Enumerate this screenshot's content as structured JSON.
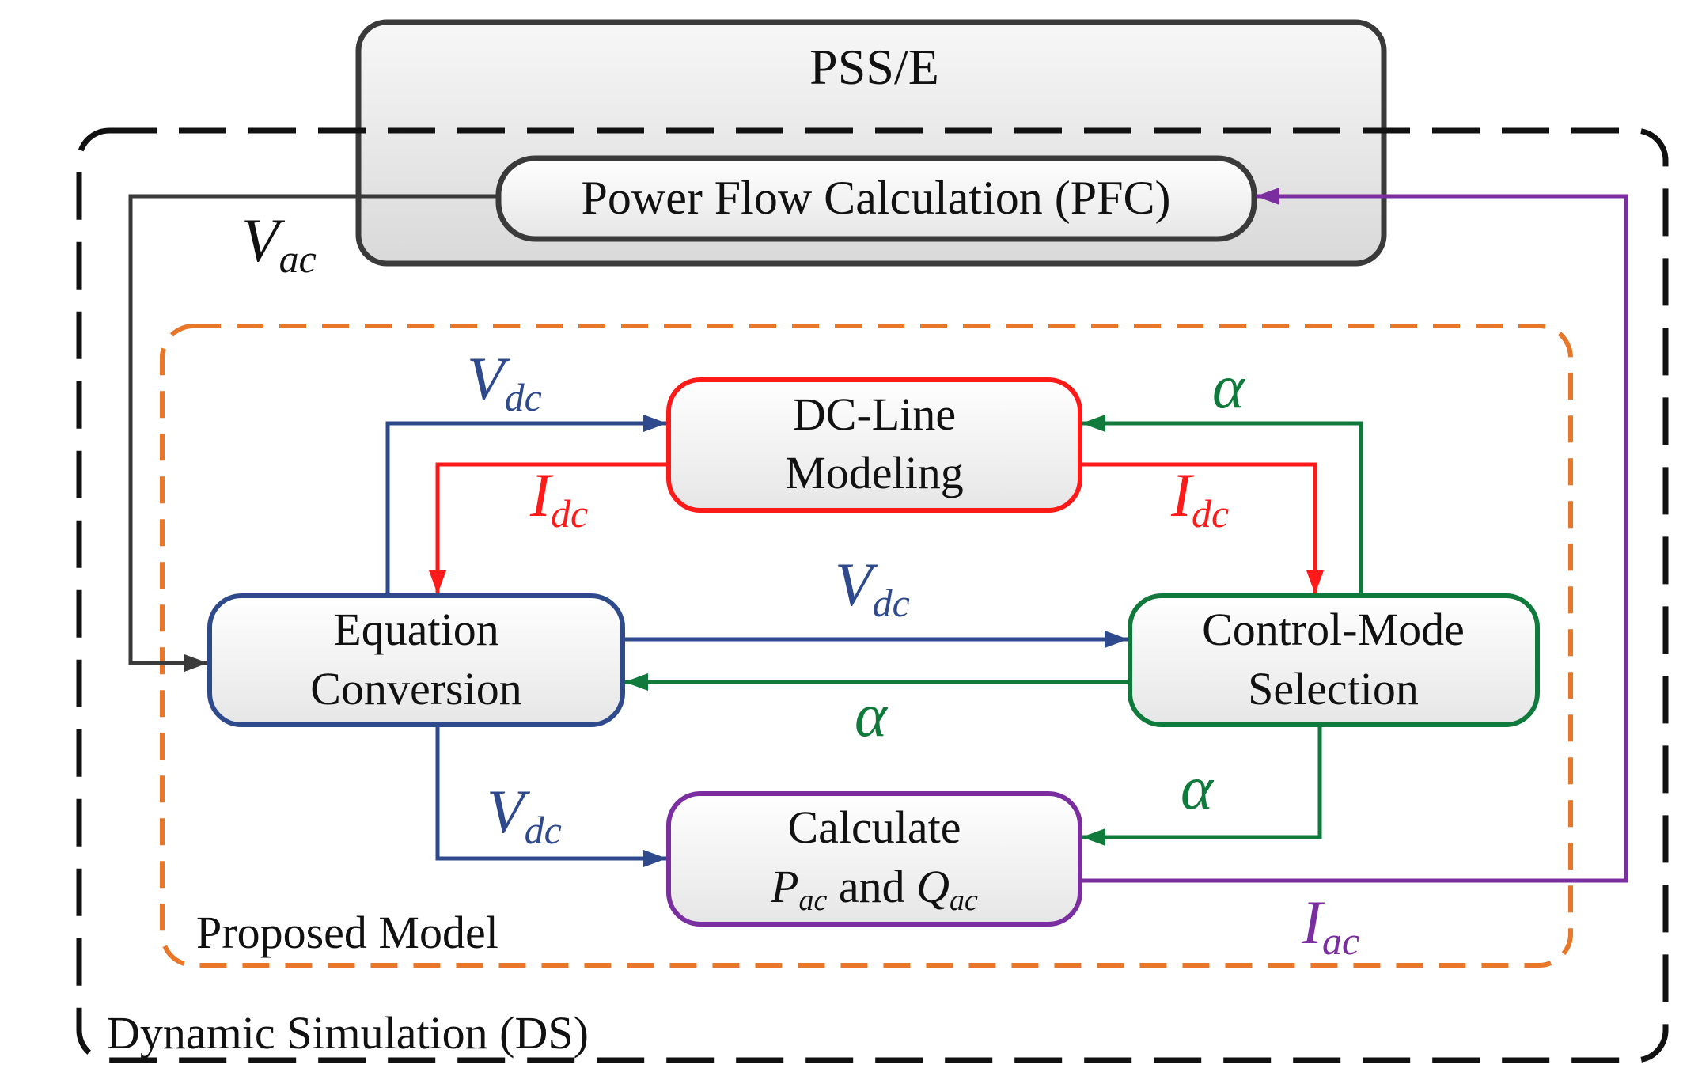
{
  "colors": {
    "black": "#1a1a1a",
    "blue": "#2f4a8c",
    "red": "#ff1a1a",
    "green": "#0f7a3c",
    "purple": "#7a2ea0",
    "orange": "#e8772a",
    "dark_gray": "#3a3a3a"
  },
  "containers": {
    "pss_e_title": "PSS/E",
    "dynamic_simulation_label": "Dynamic Simulation (DS)",
    "proposed_model_label": "Proposed Model"
  },
  "blocks": {
    "pfc": "Power Flow Calculation (PFC)",
    "dc_line_line1": "DC-Line",
    "dc_line_line2": "Modeling",
    "equation_line1": "Equation",
    "equation_line2": "Conversion",
    "control_line1": "Control-Mode",
    "control_line2": "Selection",
    "calc_line1": "Calculate",
    "calc_p": "P",
    "calc_p_sub": "ac",
    "calc_and": " and ",
    "calc_q": "Q",
    "calc_q_sub": "ac"
  },
  "signals": {
    "v": "V",
    "i": "I",
    "alpha": "α",
    "sub_ac": "ac",
    "sub_dc": "dc"
  }
}
